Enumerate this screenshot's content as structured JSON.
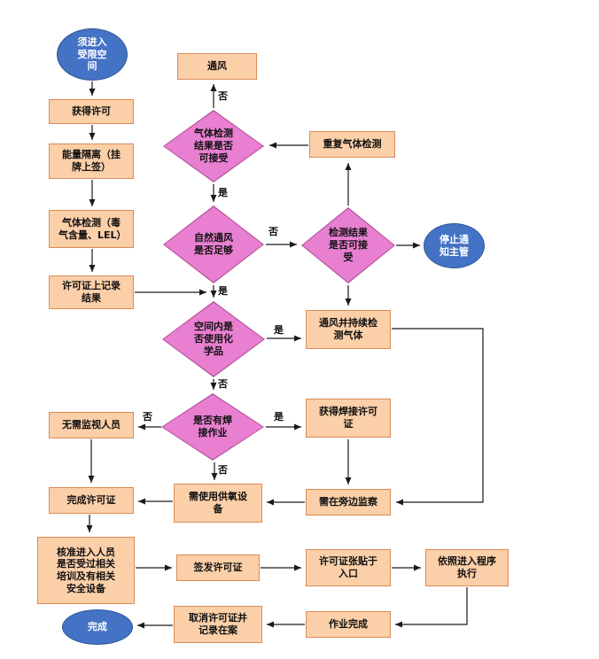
{
  "flowchart": {
    "colors": {
      "box_fill": "#fbcfa8",
      "box_border": "#d98b57",
      "diamond_fill": "#e97fd0",
      "diamond_border": "#b5519c",
      "ellipse_fill": "#4472c4",
      "ellipse_border": "#2f5597",
      "arrow": "#1a1a1a",
      "text": "#111111"
    },
    "nodes": {
      "start": "须进入受限空间",
      "get_permit": "获得许可",
      "energy_isolation": "能量隔离（挂牌上签）",
      "gas_detection": "气体检测（毒气含量、LEL）",
      "record_results": "许可证上记录结果",
      "ventilation": "通风",
      "gas_acceptable": "气体检测结果是否可接受",
      "repeat_gas_detection": "重复气体检测",
      "natural_vent_enough": "自然通风是否足够",
      "result_acceptable": "检测结果是否可接受",
      "stop_notify": "停止通知主管",
      "chemicals_used": "空间内是否使用化学品",
      "vent_and_monitor": "通风并持续检测气体",
      "welding_work": "是否有焊接作业",
      "welding_permit": "获得焊接许可证",
      "no_watchman": "无需监视人员",
      "complete_permit": "完成许可证",
      "oxygen_equipment": "需使用供氧设备",
      "standby_watch": "需在旁边监察",
      "verify_training": "核准进入人员是否受过相关培训及有相关安全设备",
      "issue_permit": "签发许可证",
      "permit_posted": "许可证张贴于入口",
      "follow_procedure": "依照进入程序执行",
      "work_complete": "作业完成",
      "cancel_permit": "取消许可证并记录在案",
      "done": "完成"
    },
    "edge_labels": {
      "gas_acceptable_no": "否",
      "gas_acceptable_yes": "是",
      "natural_vent_no": "否",
      "natural_vent_yes": "是",
      "chemicals_yes": "是",
      "chemicals_no": "否",
      "welding_no_left": "否",
      "welding_yes": "是",
      "welding_no_down": "否"
    }
  }
}
